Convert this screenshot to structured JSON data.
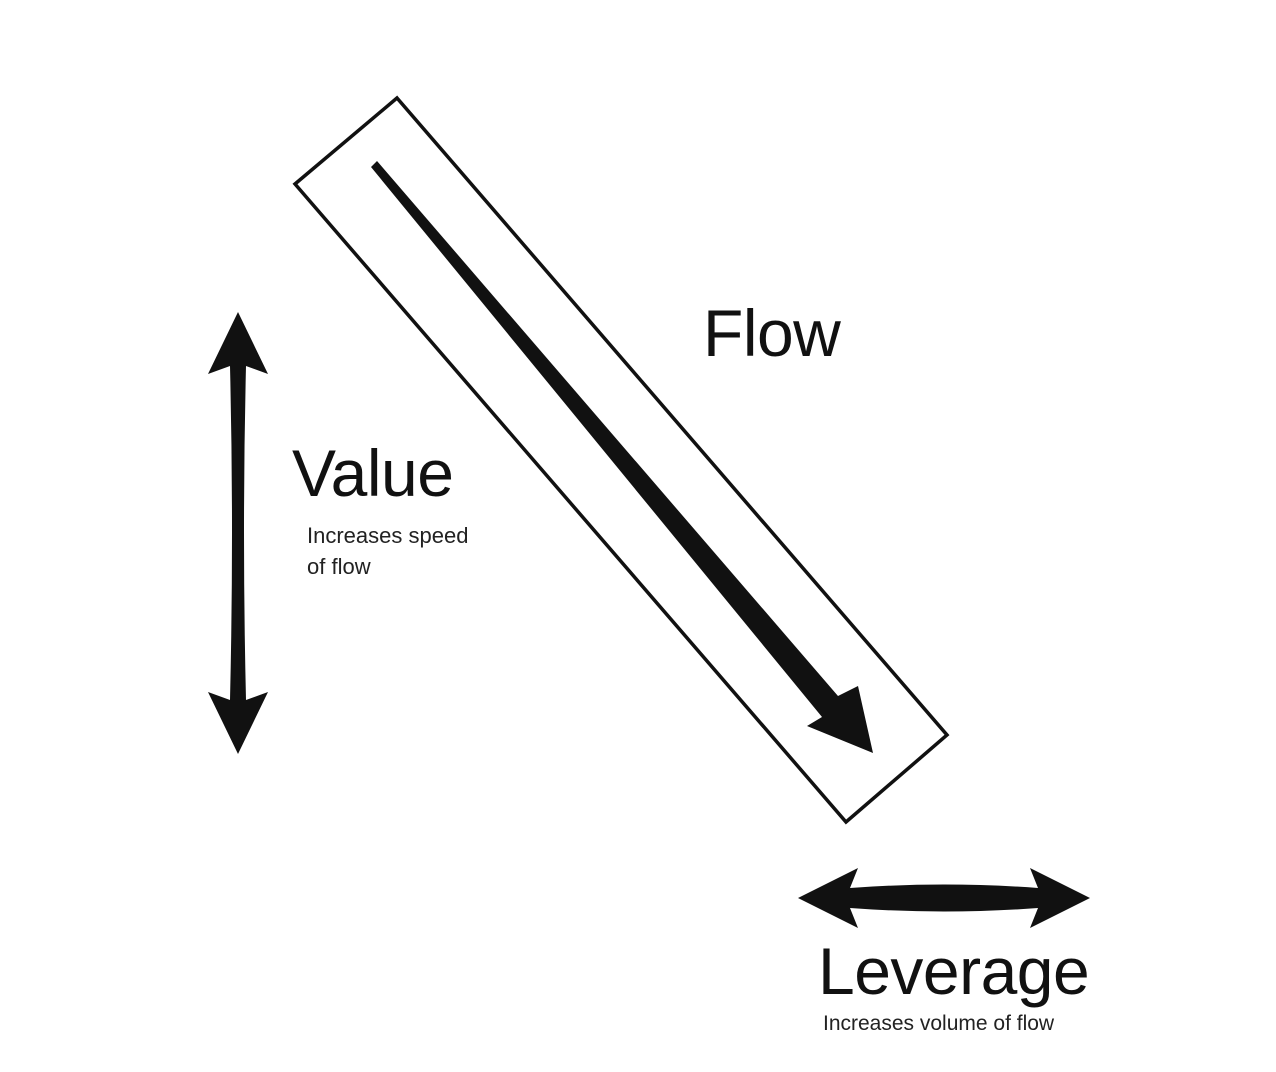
{
  "flow": {
    "title": "Flow"
  },
  "value": {
    "title": "Value",
    "subtitle_line1": "Increases speed",
    "subtitle_line2": "of flow"
  },
  "leverage": {
    "title": "Leverage",
    "subtitle": "Increases volume of flow"
  },
  "colors": {
    "ink": "#111111",
    "background": "#ffffff"
  }
}
